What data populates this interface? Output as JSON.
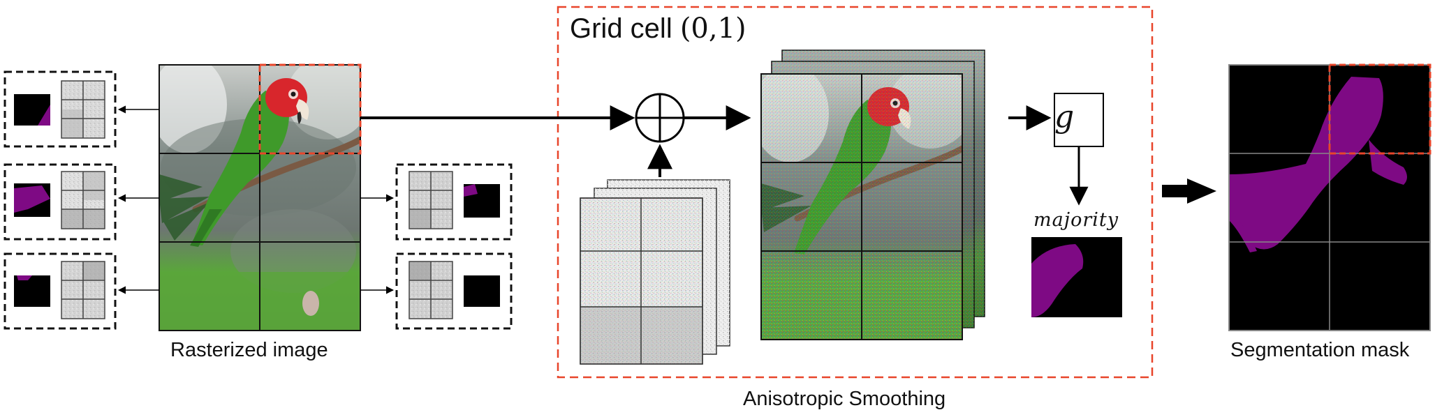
{
  "labels": {
    "rasterized_image": "Rasterized image",
    "anisotropic_smoothing": "Anisotropic Smoothing",
    "segmentation_mask": "Segmentation mask",
    "grid_cell_prefix": "Grid cell ",
    "grid_cell_coord": "(0,1)",
    "function": "g",
    "majority": "majority"
  },
  "colors": {
    "highlight": "#e8452a",
    "mask_class": "#7e0a84",
    "background_class": "#000000",
    "parrot_green": "#3f9a2a",
    "parrot_red": "#d8262c",
    "grass": "#5aa63b"
  },
  "icons": {
    "sum_operator": "circled-plus-icon",
    "arrow": "arrow-right-icon"
  }
}
